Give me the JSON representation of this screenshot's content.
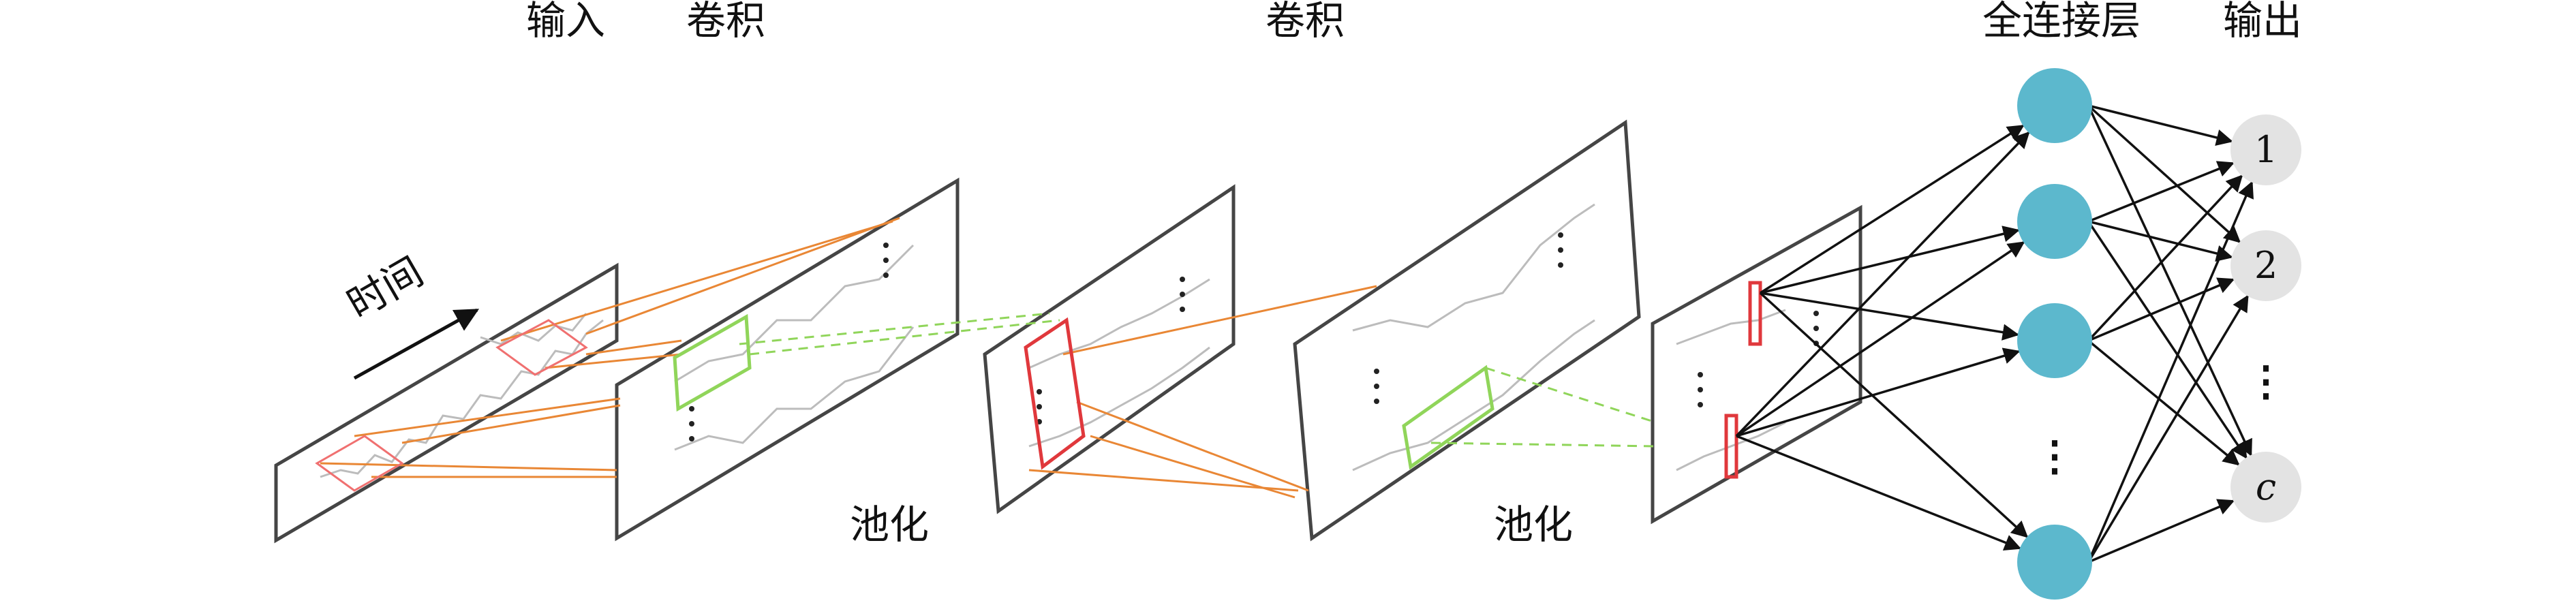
{
  "labels": {
    "input": "输入",
    "conv1": "卷积",
    "conv2": "卷积",
    "fc": "全连接层",
    "output": "输出",
    "pool1": "池化",
    "pool2": "池化",
    "time": "时间"
  },
  "network": {
    "hidden_count_shown": 4,
    "output_count_shown": 3,
    "output_nodes": [
      "1",
      "2",
      "c"
    ],
    "vdots": "⋮"
  },
  "colors": {
    "node_hidden": "#5cb8cd",
    "node_output": "#e3e3e3",
    "frame": "#454545",
    "signal": "#bcbcbc",
    "orange": "#e98735",
    "green": "#90d55a",
    "red": "#e0383c",
    "edge": "#111111"
  }
}
